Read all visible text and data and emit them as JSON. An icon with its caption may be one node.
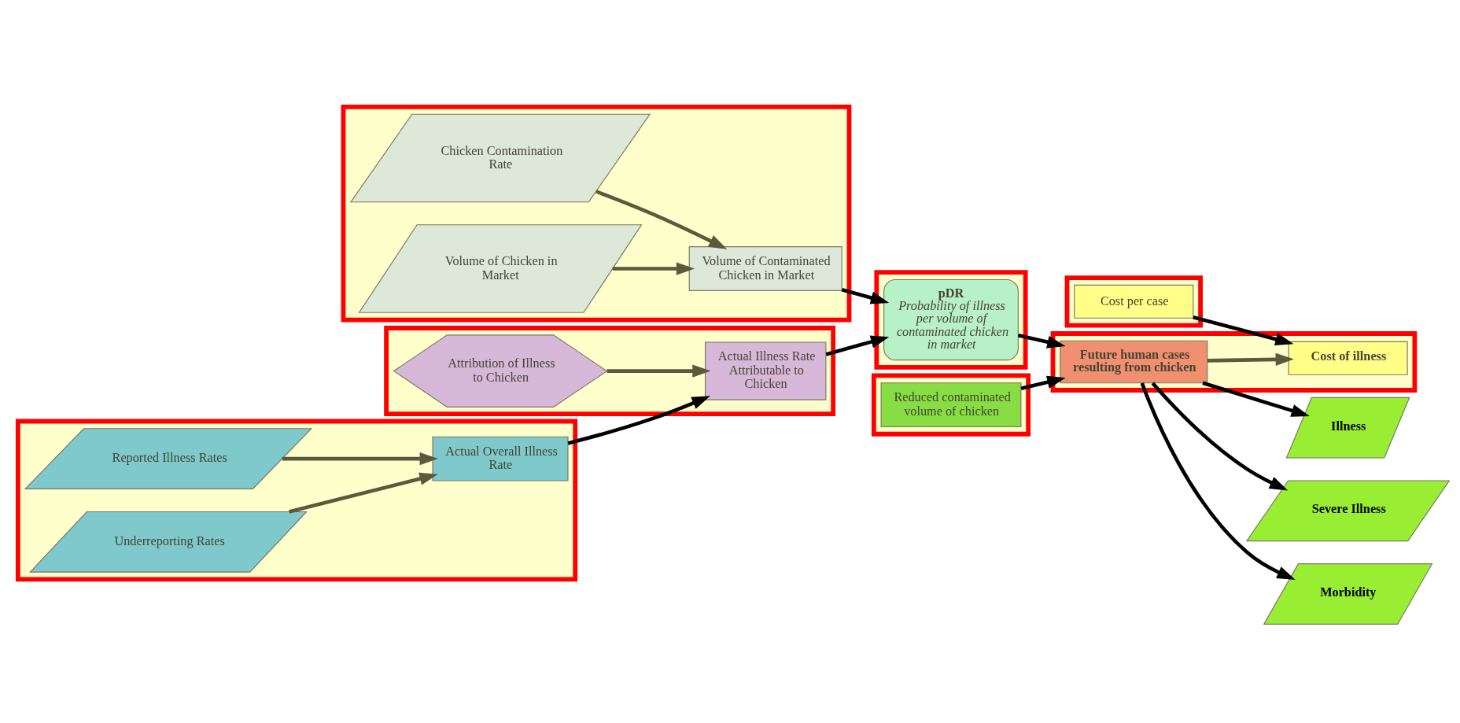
{
  "diagram": {
    "nodes": [
      {
        "text": [],
        "shape": "box"
      },
      {
        "text": [
          "Chicken Contamination Rate"
        ],
        "in": 0
      },
      {
        "text": [
          "Volume of Contaminated Chicken in Market"
        ],
        "in": 0
      },
      {
        "text": [
          "Volume of Chicken in Market"
        ],
        "in": 0
      },
      {
        "text": [],
        "shape": "box"
      },
      {
        "text": [
          "Reported Illness Rates"
        ],
        "in": 4
      },
      {
        "text": [
          "Actual Overall Illness Rate"
        ],
        "in": 4
      },
      {
        "text": [
          "Underreporting Rates"
        ],
        "in": 4
      },
      {
        "text": [],
        "shape": "box"
      },
      {
        "text": [
          "Actual Illness Rate Attributable to Chicken"
        ],
        "in": 8
      },
      {
        "text": [
          "Attribution of Illness to Chicken"
        ],
        "in": 8
      },
      {
        "text": [],
        "shape": "box"
      },
      {
        "text": [
          "pDR",
          "Probability of illness per volume of contaminated chicken in market"
        ],
        "in": 11
      },
      {
        "text": [],
        "shape": "box"
      },
      {
        "text": [
          "Reduced contaminated volume of chicken"
        ],
        "in": 13
      },
      {
        "text": [],
        "shape": "box"
      },
      {
        "text": [
          "Future human cases resulting from chicken"
        ],
        "in": 15
      },
      {
        "text": [
          "Cost of illness"
        ],
        "in": 15
      },
      {
        "text": [],
        "shape": "box"
      },
      {
        "text": [
          "Cost per case"
        ],
        "in": 18
      },
      {
        "text": [
          "Illness"
        ]
      },
      {
        "text": [
          "Severe Illness"
        ]
      },
      {
        "text": [
          "Morbidity"
        ]
      }
    ],
    "edges": [
      {
        "from": 1,
        "to": 2,
        "arrow": "to",
        "color": "#5a5a3c"
      },
      {
        "from": 3,
        "to": 2,
        "arrow": "to",
        "color": "#5a5a3c"
      },
      {
        "from": 2,
        "to": 12,
        "arrow": "to"
      },
      {
        "from": 5,
        "to": 6,
        "arrow": "to",
        "color": "#5a5a3c"
      },
      {
        "from": 7,
        "to": 6,
        "arrow": "to",
        "color": "#5a5a3c"
      },
      {
        "from": 6,
        "to": 9,
        "arrow": "to"
      },
      {
        "from": 10,
        "to": 9,
        "arrow": "to",
        "color": "#5a5a3c"
      },
      {
        "from": 9,
        "to": 12,
        "arrow": "to"
      },
      {
        "from": 14,
        "to": 16,
        "arrow": "to"
      },
      {
        "from": 12,
        "to": 16,
        "arrow": "to"
      },
      {
        "from": 16,
        "to": 17,
        "arrow": "to",
        "color": "#5a5a3c"
      },
      {
        "from": 19,
        "to": 17,
        "arrow": "to"
      },
      {
        "from": 16,
        "to": 20,
        "arrow": "to"
      },
      {
        "from": 16,
        "to": 21,
        "arrow": "to"
      },
      {
        "from": 16,
        "to": 22,
        "arrow": "to"
      }
    ]
  }
}
